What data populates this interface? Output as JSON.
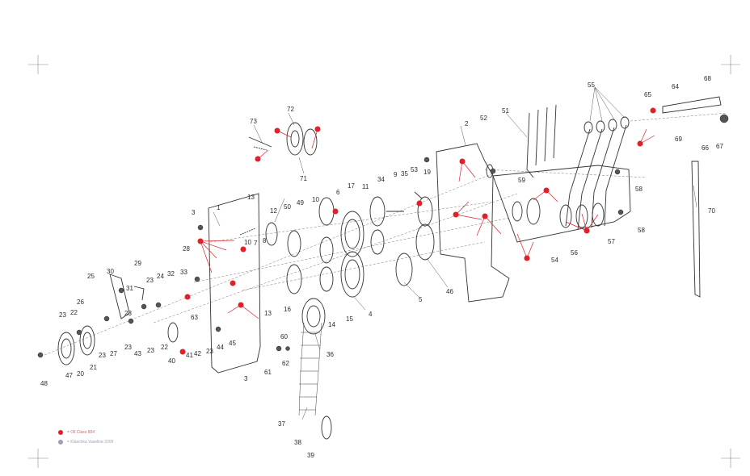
{
  "legend": {
    "oil": {
      "label": "= Oil Class 804",
      "color": "#e0202a"
    },
    "other": {
      "label": "= Klaschka Vaseline 3209",
      "color": "#9aa0b6"
    }
  },
  "callouts": [
    "1",
    "2",
    "3",
    "3",
    "4",
    "5",
    "6",
    "7",
    "8",
    "9",
    "10",
    "10",
    "11",
    "12",
    "13",
    "13",
    "14",
    "15",
    "16",
    "17",
    "19",
    "20",
    "21",
    "22",
    "22",
    "23",
    "23",
    "23",
    "23",
    "23",
    "23",
    "23",
    "24",
    "25",
    "26",
    "27",
    "28",
    "29",
    "30",
    "31",
    "32",
    "33",
    "34",
    "35",
    "36",
    "37",
    "38",
    "39",
    "40",
    "41",
    "42",
    "43",
    "44",
    "45",
    "46",
    "47",
    "48",
    "49",
    "50",
    "51",
    "52",
    "53",
    "54",
    "55",
    "56",
    "57",
    "58",
    "58",
    "59",
    "60",
    "61",
    "62",
    "63",
    "64",
    "65",
    "66",
    "67",
    "68",
    "69",
    "70",
    "71",
    "72",
    "73"
  ]
}
